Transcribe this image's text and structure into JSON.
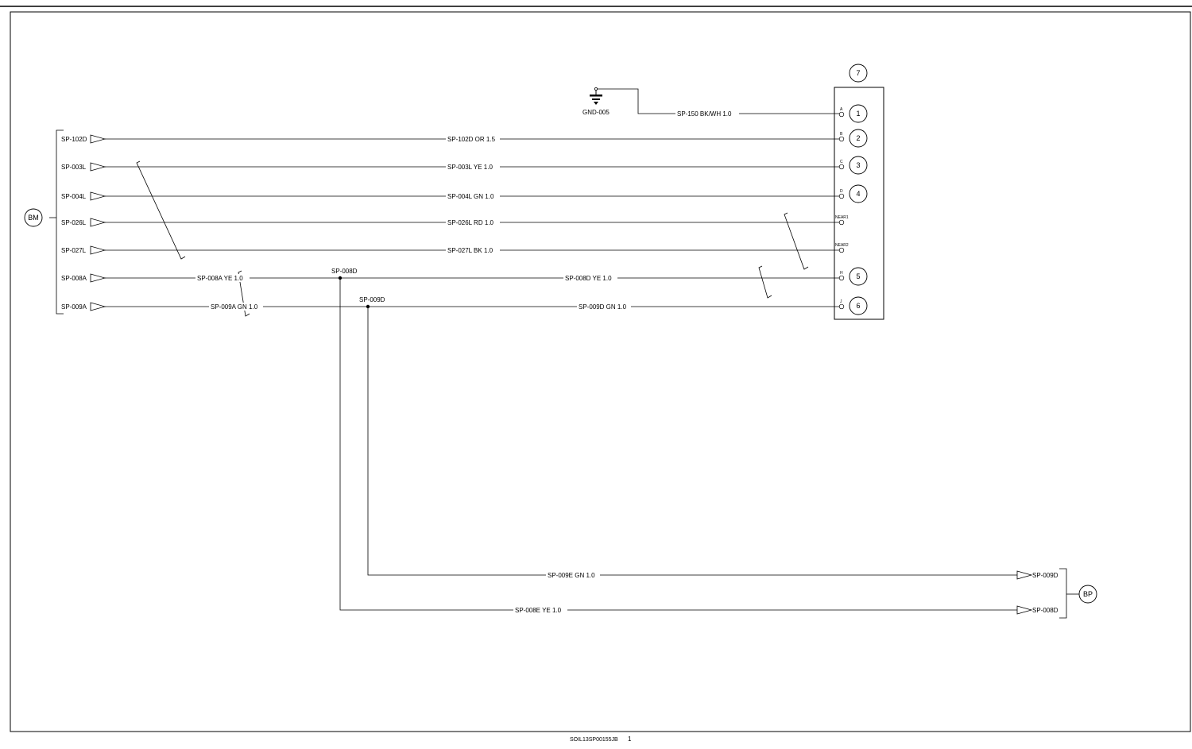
{
  "ground": {
    "label": "GND-005",
    "wire_label": "SP-150  BK/WH  1.0"
  },
  "connector": {
    "number": "7",
    "cavities": [
      {
        "id": "A",
        "number": "1"
      },
      {
        "id": "B",
        "number": "2"
      },
      {
        "id": "C",
        "number": "3"
      },
      {
        "id": "D",
        "number": "4"
      },
      {
        "id": "NEAR1",
        "number": ""
      },
      {
        "id": "NEAR2",
        "number": ""
      },
      {
        "id": "H",
        "number": "5"
      },
      {
        "id": "J",
        "number": "6"
      }
    ]
  },
  "left_group": {
    "badge": "BM",
    "inputs": [
      "SP-102D",
      "SP-003L",
      "SP-004L",
      "SP-026L",
      "SP-027L",
      "SP-008A",
      "SP-009A"
    ]
  },
  "wires": [
    {
      "label": "SP-102D  OR  1.5"
    },
    {
      "label": "SP-003L  YE  1.0"
    },
    {
      "label": "SP-004L  GN  1.0"
    },
    {
      "label": "SP-026L  RD  1.0"
    },
    {
      "label": "SP-027L  BK  1.0"
    },
    {
      "label": "SP-008A  YE  1.0"
    },
    {
      "label": "SP-009A  GN  1.0"
    },
    {
      "label": "SP-008D  YE  1.0"
    },
    {
      "label": "SP-009D  GN  1.0"
    },
    {
      "label": "SP-009E  GN  1.0"
    },
    {
      "label": "SP-008E  YE  1.0"
    }
  ],
  "splices": [
    "SP-008D",
    "SP-009D"
  ],
  "right_group": {
    "badge": "BP",
    "outputs": [
      "SP-009D",
      "SP-008D"
    ]
  },
  "footer": {
    "doc_id": "SOIL13SP00155JB",
    "page": "1"
  }
}
